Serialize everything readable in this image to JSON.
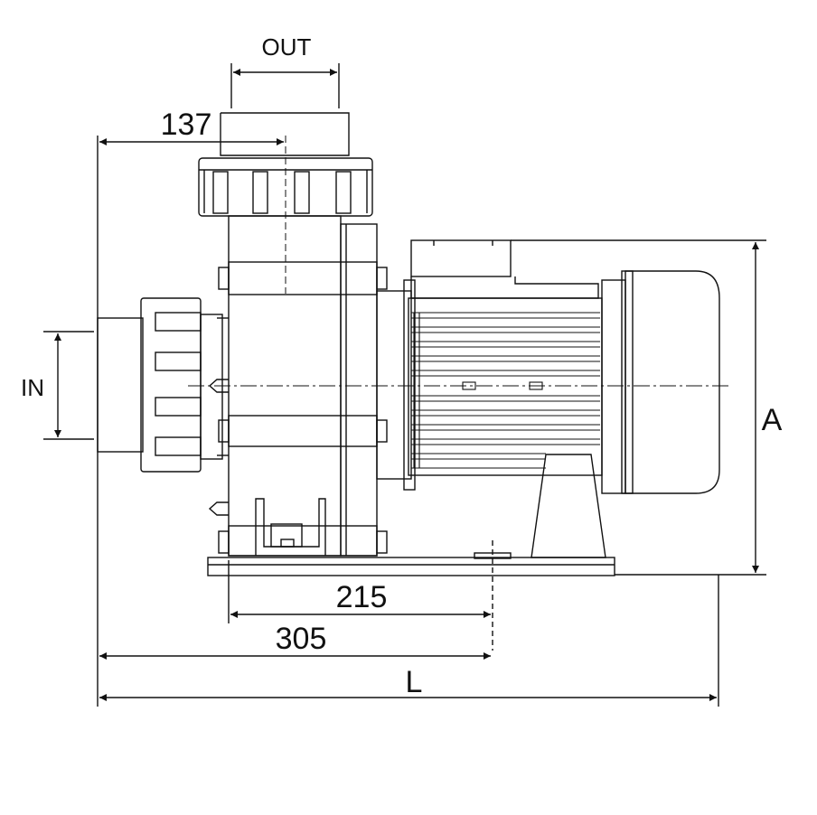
{
  "labels": {
    "out": "OUT",
    "in": "IN",
    "dim_137": "137",
    "dim_215": "215",
    "dim_305": "305",
    "dim_l": "L",
    "dim_a": "A"
  }
}
